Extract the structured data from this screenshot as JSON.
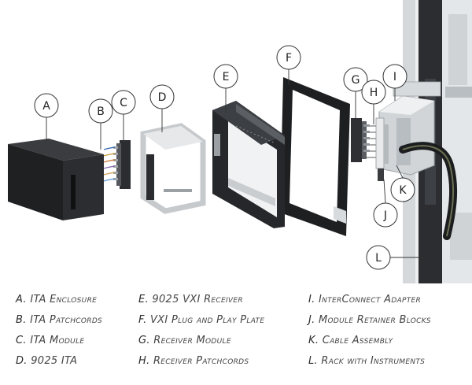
{
  "callouts": [
    "A",
    "B",
    "C",
    "D",
    "E",
    "F",
    "G",
    "H",
    "I",
    "J",
    "K",
    "L"
  ],
  "legend": {
    "columns": [
      [
        {
          "letter": "A.",
          "label": "ITA Enclosure"
        },
        {
          "letter": "B.",
          "label": "ITA Patchcords"
        },
        {
          "letter": "C.",
          "label": "ITA Module"
        },
        {
          "letter": "D.",
          "label": "9025 ITA"
        }
      ],
      [
        {
          "letter": "E.",
          "label": "9025 VXI Receiver"
        },
        {
          "letter": "F.",
          "label": "VXI Plug and Play Plate"
        },
        {
          "letter": "G.",
          "label": "Receiver Module"
        },
        {
          "letter": "H.",
          "label": "Receiver Patchcords"
        }
      ],
      [
        {
          "letter": "I.",
          "label": "InterConnect Adapter"
        },
        {
          "letter": "J.",
          "label": "Module Retainer Blocks"
        },
        {
          "letter": "K.",
          "label": "Cable Assembly"
        },
        {
          "letter": "L.",
          "label": "Rack with Instruments"
        }
      ]
    ]
  }
}
